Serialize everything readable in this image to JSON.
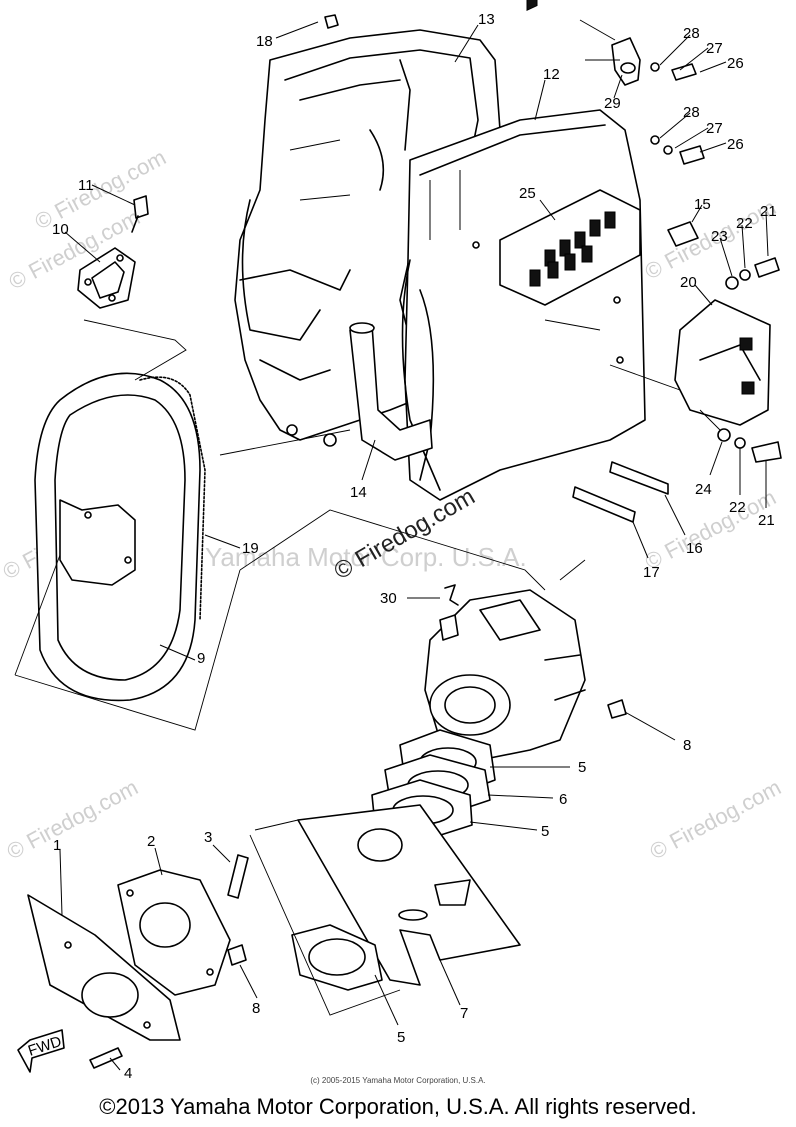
{
  "watermarks": {
    "firedog": "© Firedog.com",
    "firedog_plain": "Firedog.com",
    "yamaha": "Yamaha Motor Corp. U.S.A."
  },
  "callouts": {
    "n1": "1",
    "n2": "2",
    "n3": "3",
    "n4": "4",
    "n5a": "5",
    "n5b": "5",
    "n5c": "5",
    "n6": "6",
    "n7": "7",
    "n8a": "8",
    "n8b": "8",
    "n9": "9",
    "n10": "10",
    "n11": "11",
    "n12": "12",
    "n13": "13",
    "n14": "14",
    "n15": "15",
    "n16": "16",
    "n17": "17",
    "n18": "18",
    "n19": "19",
    "n20": "20",
    "n21a": "21",
    "n21b": "21",
    "n22a": "22",
    "n22b": "22",
    "n23": "23",
    "n24": "24",
    "n25": "25",
    "n26a": "26",
    "n26b": "26",
    "n27a": "27",
    "n27b": "27",
    "n28a": "28",
    "n28b": "28",
    "n29": "29",
    "n30": "30"
  },
  "fwd_label": "FWD",
  "small_copyright": "(c) 2005-2015 Yamaha Motor Corporation, U.S.A.",
  "footer_copyright": "©2013 Yamaha Motor Corporation, U.S.A. All rights reserved."
}
